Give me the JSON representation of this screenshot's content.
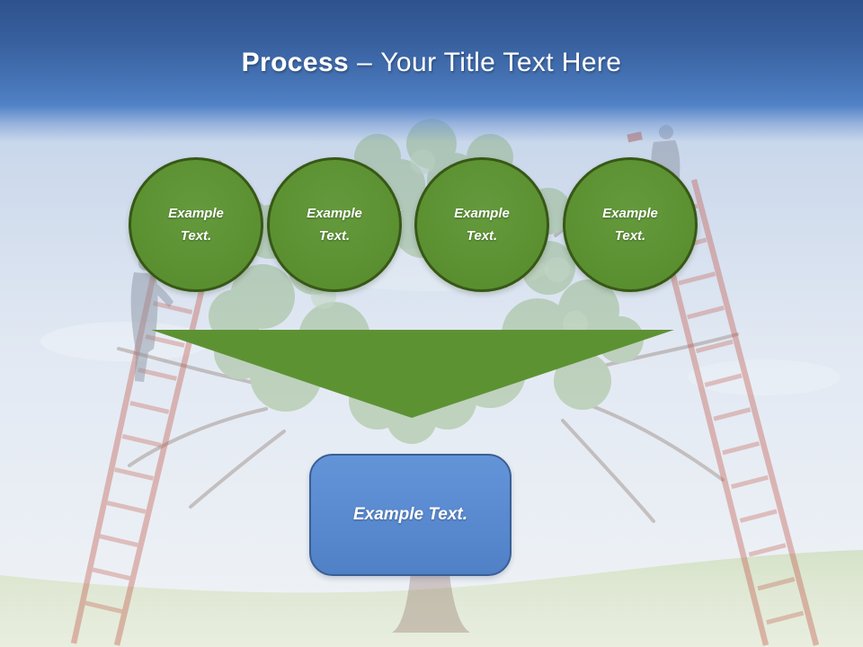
{
  "title": {
    "keyword": "Process",
    "separator": "–",
    "rest": "Your Title Text Here"
  },
  "steps": [
    {
      "line1": "Example",
      "line2": "Text."
    },
    {
      "line1": "Example",
      "line2": "Text."
    },
    {
      "line1": "Example",
      "line2": "Text."
    },
    {
      "line1": "Example",
      "line2": "Text."
    }
  ],
  "result_box": {
    "label": "Example Text."
  },
  "arrow": {
    "direction": "down"
  },
  "colors": {
    "header_blue_top": "#2e528c",
    "header_blue_bottom": "#5181c6",
    "step_green_fill": "#5d9233",
    "step_green_border": "#375816",
    "arrow_green": "#5d9233",
    "box_blue_fill": "#5b8bd0",
    "box_blue_border": "#3a5f94",
    "ladder_red": "#c25749",
    "text_white": "#ffffff"
  }
}
